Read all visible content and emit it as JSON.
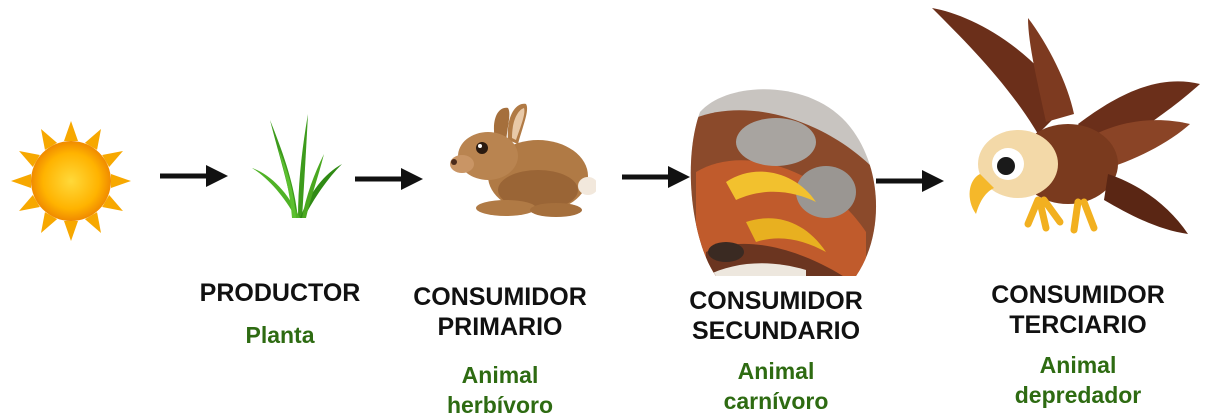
{
  "colors": {
    "role_text": "#111111",
    "desc_text": "#2e6b12",
    "arrow": "#111111",
    "sun": "#f5b400",
    "grass": "#3d9b1c",
    "rabbit": "#b07a45",
    "snake": "#8b4a2b",
    "eagle": "#6b2f1a"
  },
  "icons": [
    "sun-icon",
    "grass-icon",
    "rabbit-icon",
    "snake-icon",
    "eagle-icon",
    "arrow-right-icon"
  ],
  "chain": [
    {
      "role_lines": [
        "PRODUCTOR"
      ],
      "desc_lines": [
        "Planta"
      ]
    },
    {
      "role_lines": [
        "CONSUMIDOR",
        "PRIMARIO"
      ],
      "desc_lines": [
        "Animal",
        "herbívoro"
      ]
    },
    {
      "role_lines": [
        "CONSUMIDOR",
        "SECUNDARIO"
      ],
      "desc_lines": [
        "Animal",
        "carnívoro"
      ]
    },
    {
      "role_lines": [
        "CONSUMIDOR",
        "TERCIARIO"
      ],
      "desc_lines": [
        "Animal",
        "depredador"
      ]
    }
  ]
}
